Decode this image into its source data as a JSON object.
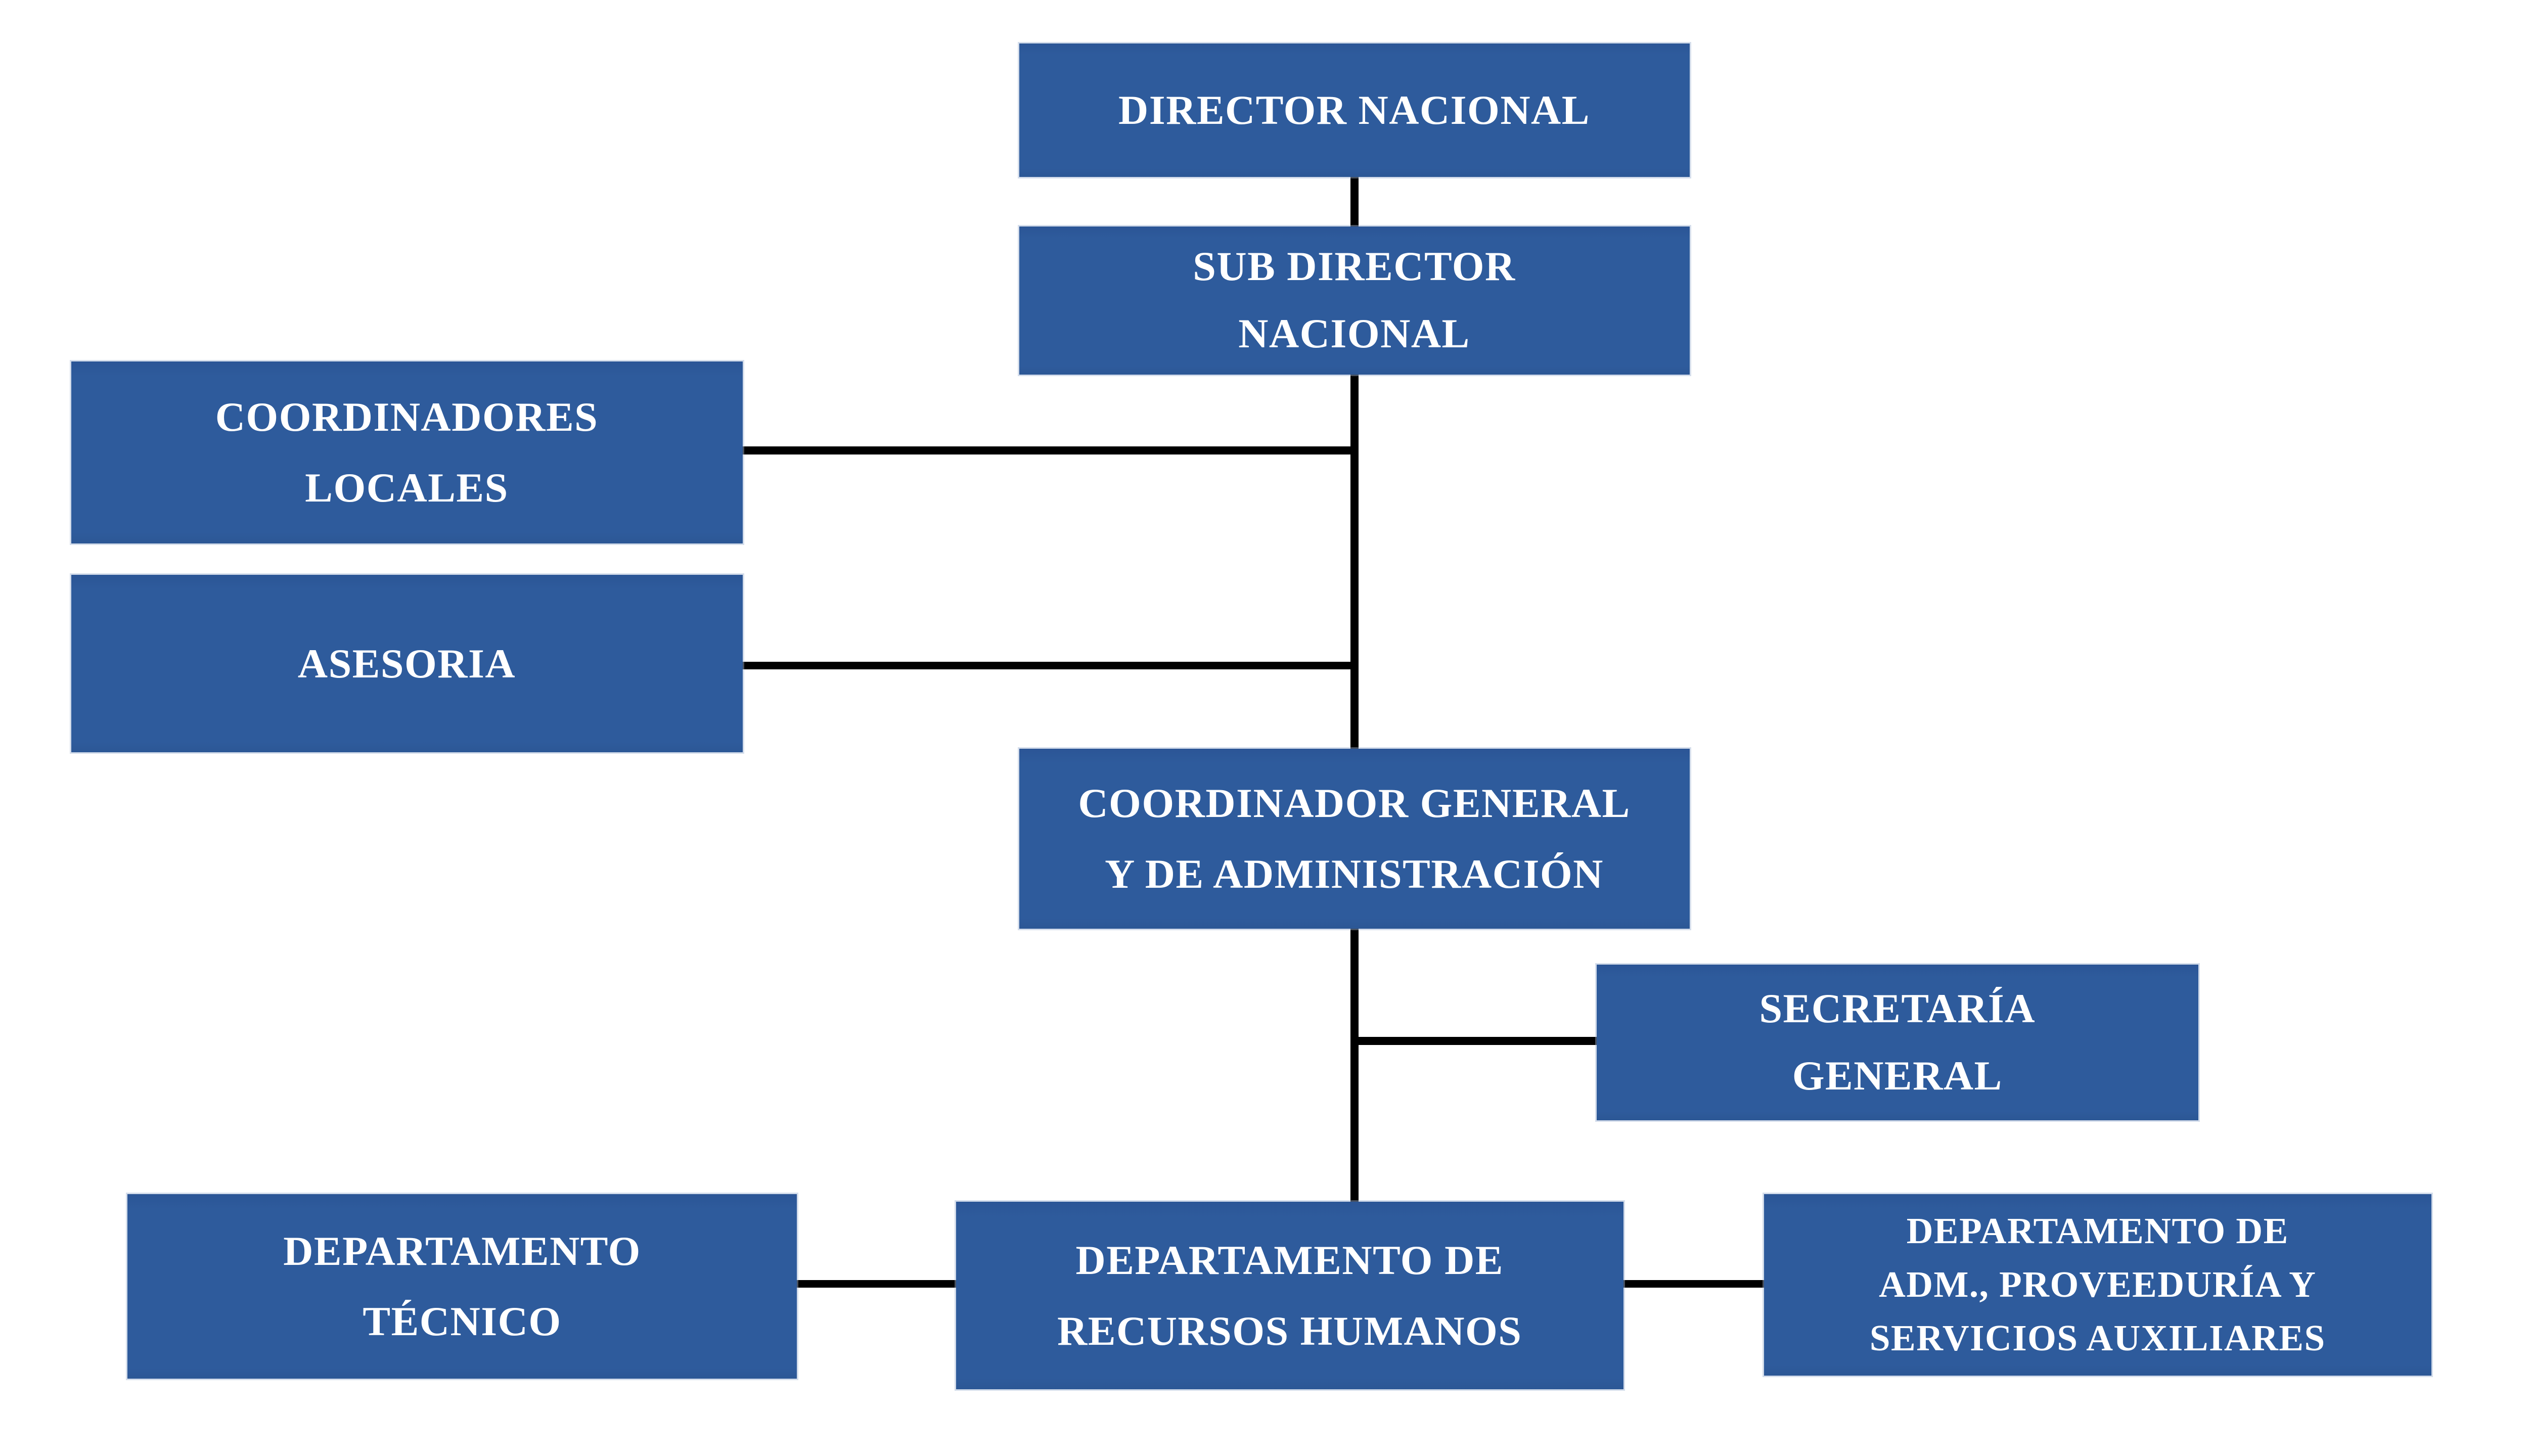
{
  "diagram": {
    "type": "org-chart",
    "language": "es",
    "colors": {
      "background": "#ffffff",
      "node_fill": "#2e5b9c",
      "node_text": "#ffffff",
      "connector": "#000000"
    },
    "nodes": {
      "director": {
        "label": "DIRECTOR NACIONAL",
        "lines": [
          "DIRECTOR NACIONAL"
        ]
      },
      "subdirector": {
        "label": "SUB DIRECTOR NACIONAL",
        "lines": [
          "SUB DIRECTOR",
          "NACIONAL"
        ]
      },
      "coordinadores_locales": {
        "label": "COORDINADORES LOCALES",
        "lines": [
          "COORDINADORES",
          "LOCALES"
        ]
      },
      "asesoria": {
        "label": "ASESORIA",
        "lines": [
          "ASESORIA"
        ]
      },
      "coordinador_general": {
        "label": "COORDINADOR GENERAL Y DE ADMINISTRACIÓN",
        "lines": [
          "COORDINADOR GENERAL",
          "Y DE ADMINISTRACIÓN"
        ]
      },
      "secretaria_general": {
        "label": "SECRETARÍA GENERAL",
        "lines": [
          "SECRETARÍA",
          "GENERAL"
        ]
      },
      "departamento_tecnico": {
        "label": "DEPARTAMENTO TÉCNICO",
        "lines": [
          "DEPARTAMENTO",
          "TÉCNICO"
        ]
      },
      "departamento_rrhh": {
        "label": "DEPARTAMENTO DE RECURSOS HUMANOS",
        "lines": [
          "DEPARTAMENTO DE",
          "RECURSOS HUMANOS"
        ]
      },
      "departamento_adm": {
        "label": "DEPARTAMENTO DE ADM., PROVEEDURÍA Y SERVICIOS AUXILIARES",
        "lines": [
          "DEPARTAMENTO DE",
          "ADM., PROVEEDURÍA Y",
          "SERVICIOS AUXILIARES"
        ]
      }
    },
    "edges": [
      {
        "from": "director",
        "to": "subdirector",
        "style": "vertical"
      },
      {
        "from": "subdirector",
        "to": "coordinador_general",
        "style": "vertical-trunk"
      },
      {
        "from": "coordinadores_locales",
        "to": "subdirector-trunk",
        "style": "horizontal"
      },
      {
        "from": "asesoria",
        "to": "subdirector-trunk",
        "style": "horizontal"
      },
      {
        "from": "coordinador_general",
        "to": "departamento_rrhh",
        "style": "vertical-trunk"
      },
      {
        "from": "secretaria_general",
        "to": "coordinador_general-trunk",
        "style": "horizontal"
      },
      {
        "from": "departamento_tecnico",
        "to": "departamento_rrhh",
        "style": "horizontal"
      },
      {
        "from": "departamento_rrhh",
        "to": "departamento_adm",
        "style": "horizontal"
      }
    ]
  }
}
